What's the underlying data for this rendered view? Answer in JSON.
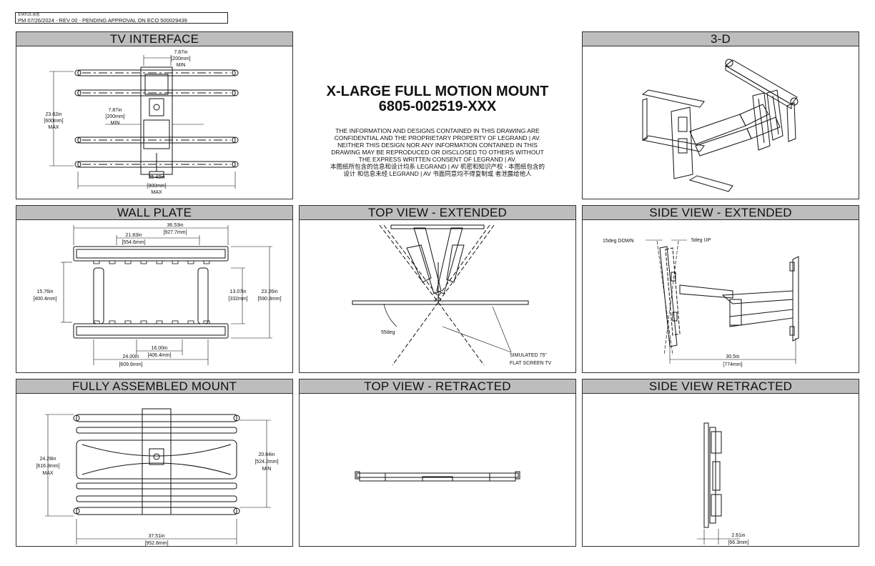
{
  "status": {
    "label": "STATUS 状态",
    "value": "PM 07/26/2024 - REV 00  - PENDING APPROVAL ON ECO 500029439"
  },
  "title": {
    "line1": "X-LARGE FULL MOTION MOUNT",
    "line2": "6805-002519-XXX"
  },
  "notice": {
    "en": "THE INFORMATION AND DESIGNS CONTAINED IN THIS DRAWING ARE CONFIDENTIAL AND THE PROPRIETARY PROPERTY OF LEGRAND | AV. NEITHER THIS DESIGN NOR ANY INFORMATION CONTAINED IN THIS DRAWING MAY BE REPRODUCED OR DISCLOSED TO OTHERS WITHOUT THE EXPRESS WRITTEN  CONSENT OF LEGRAND | AV.",
    "zh": "本图纸所包含的信息和设计均系 LEGRAND | AV 机密和知识产权 - 本图纸包含的设计 和信息未经 LEGRAND | AV 书面同意均不得复制或 者泄露给他人"
  },
  "panels": {
    "tv_interface": {
      "title": "TV INTERFACE",
      "dims": {
        "top_w_in": "7.87in",
        "top_w_mm": "[200mm]",
        "top_w_note": "MIN",
        "mid_w_in": "7.87in",
        "mid_w_mm": "[200mm]",
        "mid_w_note": "MIN",
        "h_in": "23.62in",
        "h_mm": "[600mm]",
        "h_note": "MAX",
        "w_in": "35.43in",
        "w_mm": "[900mm]",
        "w_note": "MAX"
      }
    },
    "three_d": {
      "title": "3-D"
    },
    "wall_plate": {
      "title": "WALL PLATE",
      "dims": {
        "a_in": "36.53in",
        "a_mm": "[927.7mm]",
        "b_in": "21.83in",
        "b_mm": "[554.6mm]",
        "c_in": "15.76in",
        "c_mm": "[400.4mm]",
        "d_in": "13.07in",
        "d_mm": "[332mm]",
        "e_in": "23.26in",
        "e_mm": "[590.8mm]",
        "f_in": "16.00in",
        "f_mm": "[406.4mm]",
        "g_in": "24.00in",
        "g_mm": "[609.6mm]"
      }
    },
    "top_extended": {
      "title": "TOP VIEW - EXTENDED",
      "angle": "55deg",
      "note_line1": "SIMULATED 75\"",
      "note_line2": "FLAT SCREEN TV"
    },
    "side_extended": {
      "title": "SIDE VIEW - EXTENDED",
      "down": "15deg DOWN",
      "up": "5deg UP",
      "depth_in": "30.5in",
      "depth_mm": "[774mm]"
    },
    "fully_assembled": {
      "title": "FULLY ASSEMBLED MOUNT",
      "dims": {
        "h_in": "24.28in",
        "h_mm": "[616.8mm]",
        "h_note": "MAX",
        "h2_in": "20.64in",
        "h2_mm": "[524.2mm]",
        "h2_note": "MIN",
        "w_in": "37.51in",
        "w_mm": "[952.8mm]"
      }
    },
    "top_retracted": {
      "title": "TOP VIEW - RETRACTED"
    },
    "side_retracted": {
      "title": "SIDE VIEW RETRACTED",
      "depth_in": "2.61in",
      "depth_mm": "[66.3mm]"
    }
  }
}
